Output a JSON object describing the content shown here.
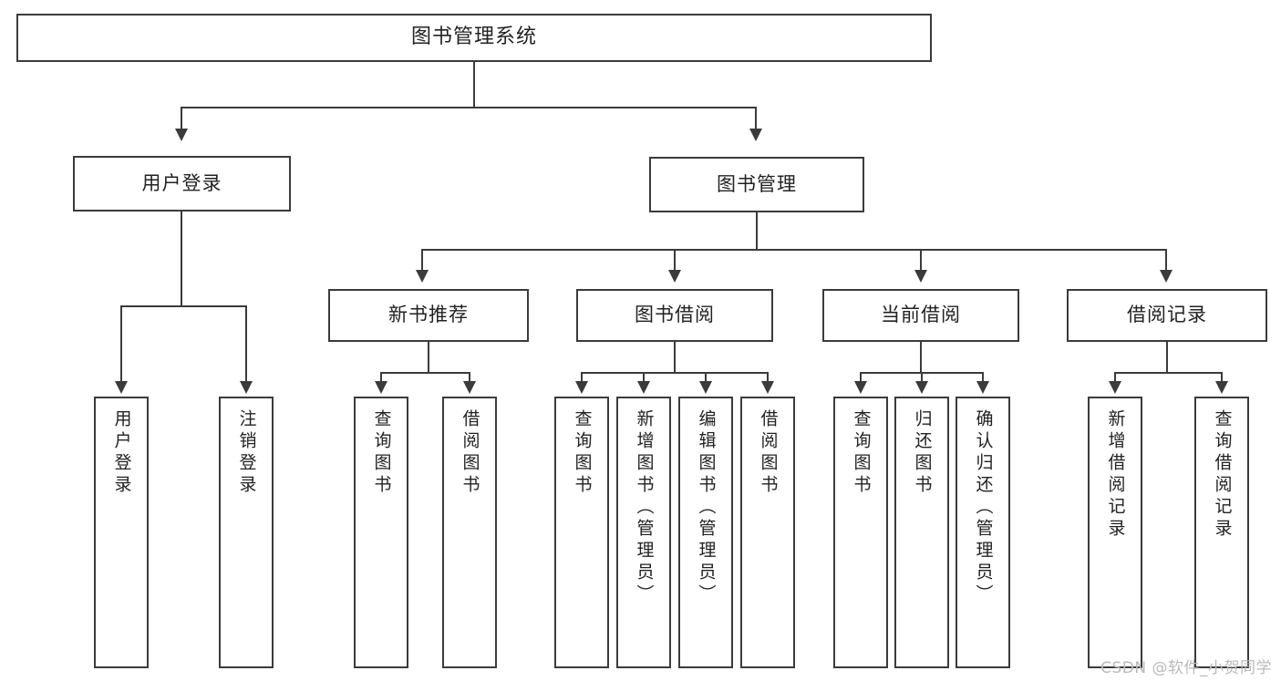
{
  "diagram": {
    "title": "图书管理系统",
    "type": "tree-structure-chart",
    "root": {
      "id": "root",
      "label": "图书管理系统"
    },
    "level1": [
      {
        "id": "user-login",
        "label": "用户登录"
      },
      {
        "id": "book-manage",
        "label": "图书管理"
      }
    ],
    "level2": [
      {
        "id": "new-book-recommend",
        "label": "新书推荐",
        "parent": "book-manage"
      },
      {
        "id": "book-borrow",
        "label": "图书借阅",
        "parent": "book-manage"
      },
      {
        "id": "current-borrow",
        "label": "当前借阅",
        "parent": "book-manage"
      },
      {
        "id": "borrow-record",
        "label": "借阅记录",
        "parent": "book-manage"
      }
    ],
    "leaves": {
      "user_login": [
        {
          "id": "leaf-user-login",
          "label": "用户登录"
        },
        {
          "id": "leaf-logout",
          "label": "注销登录"
        }
      ],
      "new_book_recommend": [
        {
          "id": "leaf-query-book-1",
          "label": "查询图书"
        },
        {
          "id": "leaf-borrow-book-1",
          "label": "借阅图书"
        }
      ],
      "book_borrow": [
        {
          "id": "leaf-query-book-2",
          "label": "查询图书"
        },
        {
          "id": "leaf-add-book",
          "label": "新增图书（管理员）"
        },
        {
          "id": "leaf-edit-book",
          "label": "编辑图书（管理员）"
        },
        {
          "id": "leaf-borrow-book-2",
          "label": "借阅图书"
        }
      ],
      "current_borrow": [
        {
          "id": "leaf-query-book-3",
          "label": "查询图书"
        },
        {
          "id": "leaf-return-book",
          "label": "归还图书"
        },
        {
          "id": "leaf-confirm-return",
          "label": "确认归还（管理员）"
        }
      ],
      "borrow_record": [
        {
          "id": "leaf-add-record",
          "label": "新增借阅记录"
        },
        {
          "id": "leaf-query-record",
          "label": "查询借阅记录"
        }
      ]
    }
  },
  "watermark": {
    "text": "CSDN @软件_小贺同学"
  },
  "colors": {
    "stroke": "#3b3b3b",
    "fill": "#ffffff",
    "text": "#222222",
    "watermark": "#b9b9b9"
  }
}
